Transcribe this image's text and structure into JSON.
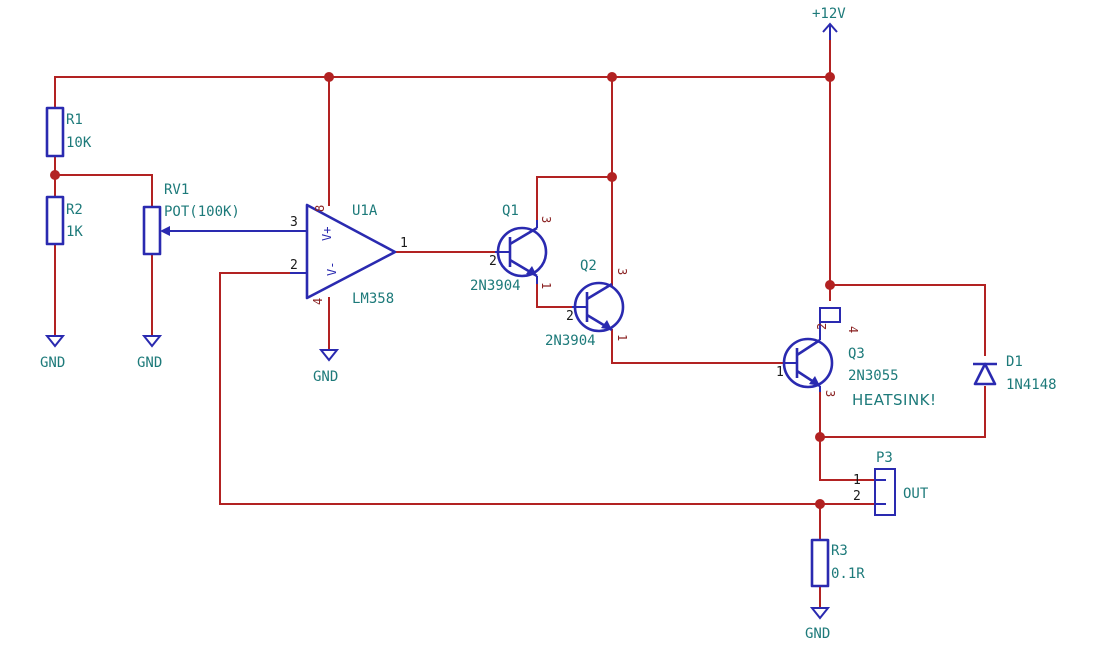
{
  "supply": {
    "label": "+12V"
  },
  "ground_label": "GND",
  "components": {
    "r1": {
      "ref": "R1",
      "value": "10K"
    },
    "r2": {
      "ref": "R2",
      "value": "1K"
    },
    "rv1": {
      "ref": "RV1",
      "value": "POT(100K)"
    },
    "u1": {
      "ref": "U1A",
      "value": "LM358",
      "vplus": "V+",
      "vminus": "V-",
      "pin_in_pos": "3",
      "pin_in_neg": "2",
      "pin_out": "1",
      "pin_vcc": "8",
      "pin_gnd": "4"
    },
    "q1": {
      "ref": "Q1",
      "value": "2N3904",
      "pin_b": "2",
      "pin_c": "3",
      "pin_e": "1"
    },
    "q2": {
      "ref": "Q2",
      "value": "2N3904",
      "pin_b": "2",
      "pin_c": "3",
      "pin_e": "1"
    },
    "q3": {
      "ref": "Q3",
      "value": "2N3055",
      "pin_b": "1",
      "pin_c2": "2",
      "pin_c4": "4",
      "pin_e": "3",
      "note": "HEATSINK!"
    },
    "d1": {
      "ref": "D1",
      "value": "1N4148"
    },
    "p3": {
      "ref": "P3",
      "value": "OUT",
      "pin1": "1",
      "pin2": "2"
    },
    "r3": {
      "ref": "R3",
      "value": "0.1R"
    }
  }
}
